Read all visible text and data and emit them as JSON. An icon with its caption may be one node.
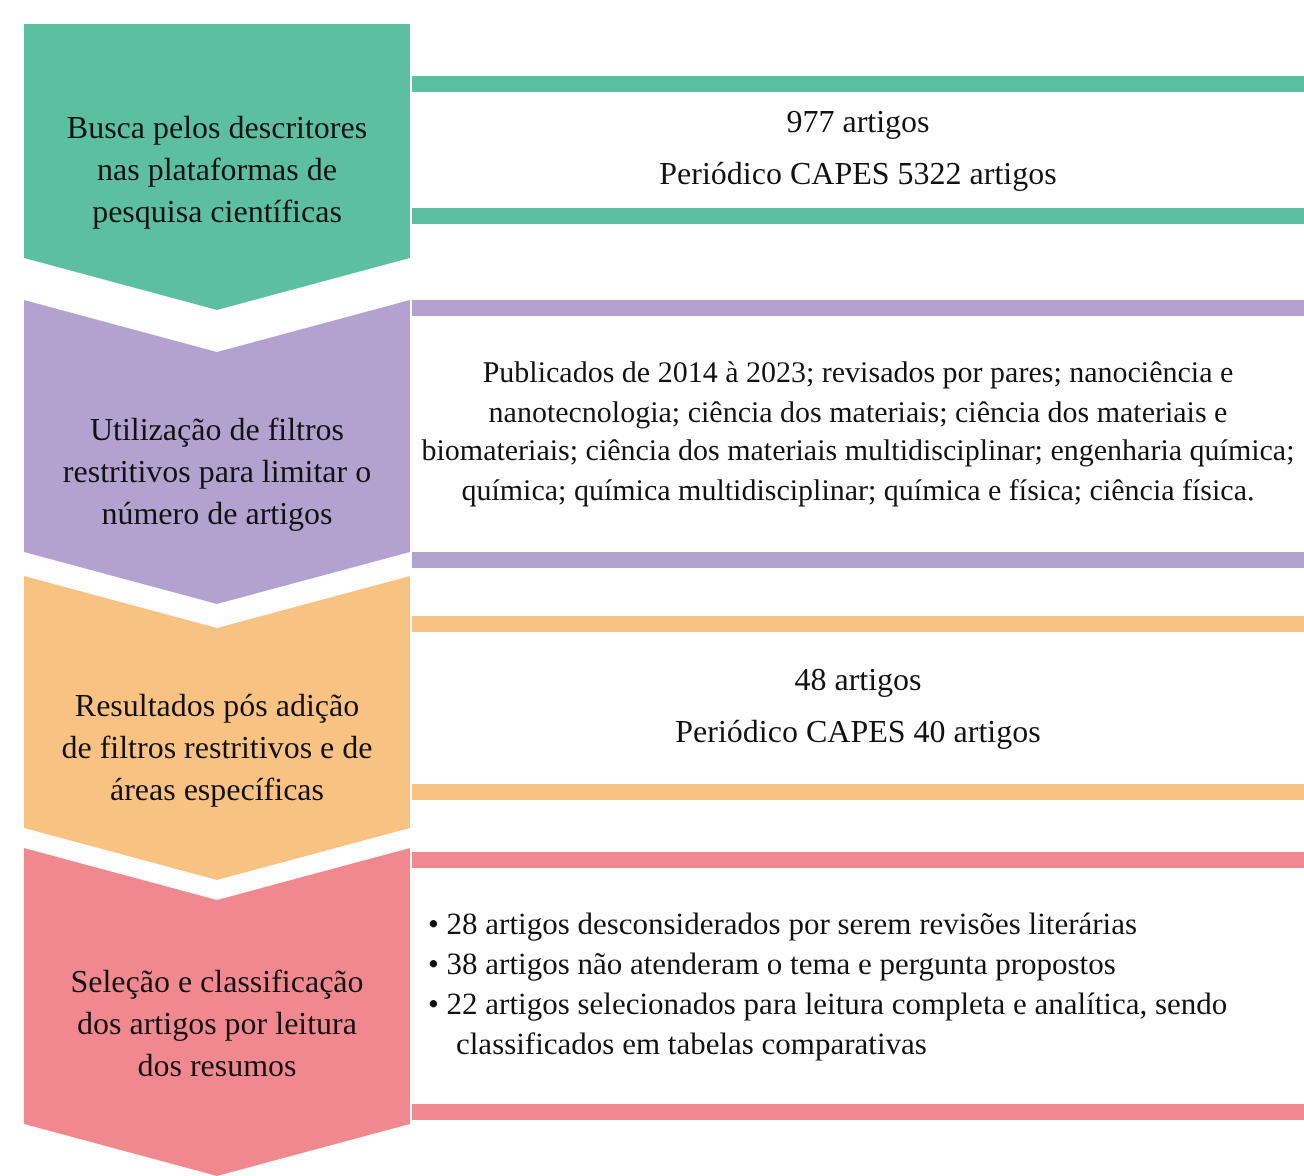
{
  "diagram": {
    "nodes": [
      {
        "text": [
          "Busca pelos descritores nas plataformas de pesquisa científicas"
        ]
      },
      {
        "text": [
          "977 artigos",
          "Periódico CAPES 5322 artigos"
        ]
      },
      {
        "text": [
          "Utilização de filtros restritivos para limitar o número de artigos"
        ]
      },
      {
        "text": [
          "Publicados de 2014 à 2023; revisados por pares; nanociência e nanotecnologia; ciência dos materiais; ciência dos materiais e biomateriais; ciência dos materiais multidisciplinar; engenharia química; química; química multidisciplinar; química e física; ciência física."
        ]
      },
      {
        "text": [
          "Resultados pós adição de filtros restritivos e de áreas específicas"
        ]
      },
      {
        "text": [
          "48 artigos",
          "Periódico CAPES 40 artigos"
        ]
      },
      {
        "text": [
          "Seleção e classificação dos artigos por leitura dos resumos"
        ]
      },
      {
        "text": [
          "• 28 artigos desconsiderados por serem revisões literárias",
          "• 38 artigos não atenderam o tema e pergunta propostos",
          "• 22 artigos selecionados para leitura completa e analítica, sendo classificados em tabelas comparativas"
        ]
      }
    ]
  }
}
